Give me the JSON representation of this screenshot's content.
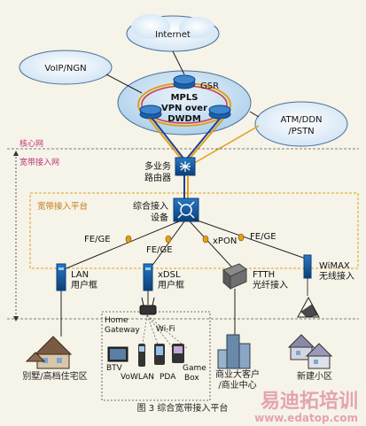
{
  "labels": {
    "internet": "Internet",
    "voip": "VoIP/NGN",
    "gsr": "GSR",
    "mpls_line1": "MPLS",
    "mpls_line2": "VPN over",
    "mpls_line3": "DWDM",
    "atm_line1": "ATM/DDN",
    "atm_line2": "/PSTN",
    "core_net": "核心网",
    "broadband_net": "宽带接入网",
    "broadband_platform": "宽带接入平台",
    "mservice_line1": "多业务",
    "mservice_line2": "路由器",
    "integrated_line1": "综合接入",
    "integrated_line2": "设备",
    "fege_left": "FE/GE",
    "fege_mid": "FE/GE",
    "xpon": "xPON",
    "fege_right": "FE/GE",
    "lan_line1": "LAN",
    "lan_line2": "用户框",
    "xdsl_line1": "xDSL",
    "xdsl_line2": "用户框",
    "ftth_line1": "FTTH",
    "ftth_line2": "光纤接入",
    "wimax_line1": "WiMAX",
    "wimax_line2": "无线接入",
    "home_gw_line1": "Home",
    "home_gw_line2": "Gateway",
    "wifi": "Wi-Fi",
    "btv": "BTV",
    "vowlan": "VoWLAN",
    "pda": "PDA",
    "game_line1": "Game",
    "game_line2": "Box",
    "villa": "别墅/高档住宅区",
    "business_line1": "商业大客户",
    "business_line2": "/商业中心",
    "new_community": "新建小区",
    "caption": "图 3    综合宽带接入平台",
    "watermark_cn": "易迪拓培训",
    "watermark_url": "www.edatop.com"
  }
}
